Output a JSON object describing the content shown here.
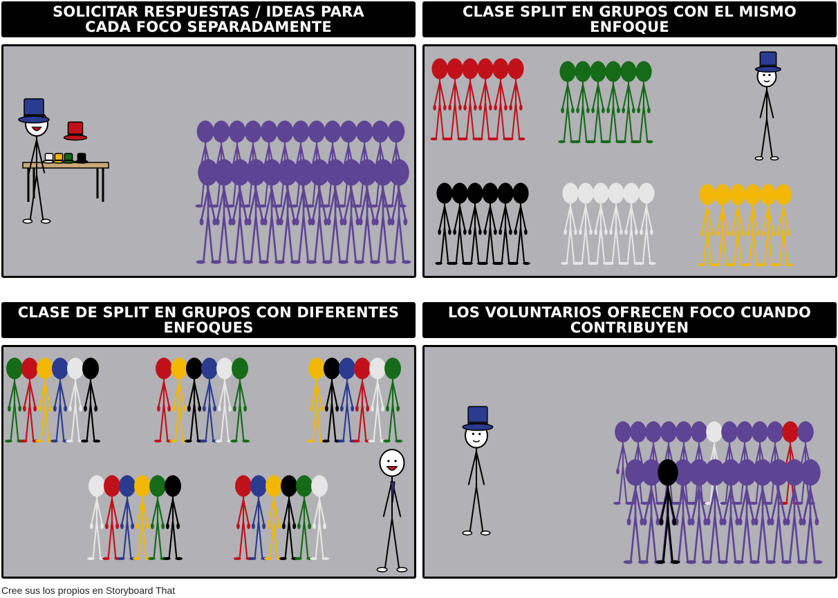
{
  "panels": [
    {
      "id": "p1",
      "title": "SOLICITAR RESPUESTAS / IDEAS PARA CADA FOCO SEPARADAMENTE",
      "figure_color": "#5e4494"
    },
    {
      "id": "p2",
      "title": "CLASE SPLIT EN GRUPOS CON EL MISMO ENFOQUE",
      "groups": [
        {
          "color": "#c0111a"
        },
        {
          "color": "#156b17"
        },
        {
          "color": "#000000"
        },
        {
          "color": "#e6e6e6"
        },
        {
          "color": "#f2b705"
        }
      ]
    },
    {
      "id": "p3",
      "title": "CLASE DE SPLIT EN GRUPOS CON DIFERENTES ENFOQUES",
      "groups": [
        {
          "colors": [
            "green",
            "red",
            "yellow",
            "blue",
            "white",
            "black"
          ]
        },
        {
          "colors": [
            "red",
            "yellow",
            "black",
            "blue",
            "white",
            "green"
          ]
        },
        {
          "colors": [
            "yellow",
            "black",
            "blue",
            "red",
            "white",
            "green"
          ]
        },
        {
          "colors": [
            "white",
            "red",
            "blue",
            "yellow",
            "green",
            "black"
          ]
        },
        {
          "colors": [
            "red",
            "blue",
            "yellow",
            "black",
            "green",
            "white"
          ]
        }
      ]
    },
    {
      "id": "p4",
      "title": "LOS VOLUNTARIOS OFRECEN FOCO CUANDO CONTRIBUYEN",
      "figure_color": "#5e4494",
      "volunteer_colors": [
        "#e6e6e6",
        "#c0111a",
        "#000000"
      ]
    }
  ],
  "palette": {
    "green": "#156b17",
    "red": "#c0111a",
    "yellow": "#f2b705",
    "blue": "#2b3b8f",
    "white": "#e6e6e6",
    "black": "#000000",
    "purple": "#5e4494",
    "hat": "#2b3b8f",
    "hat_red": "#c0111a",
    "cell_bg": "#b1b1b6",
    "table": "#c9a877"
  },
  "footer": "Cree sus los propios en Storyboard That"
}
